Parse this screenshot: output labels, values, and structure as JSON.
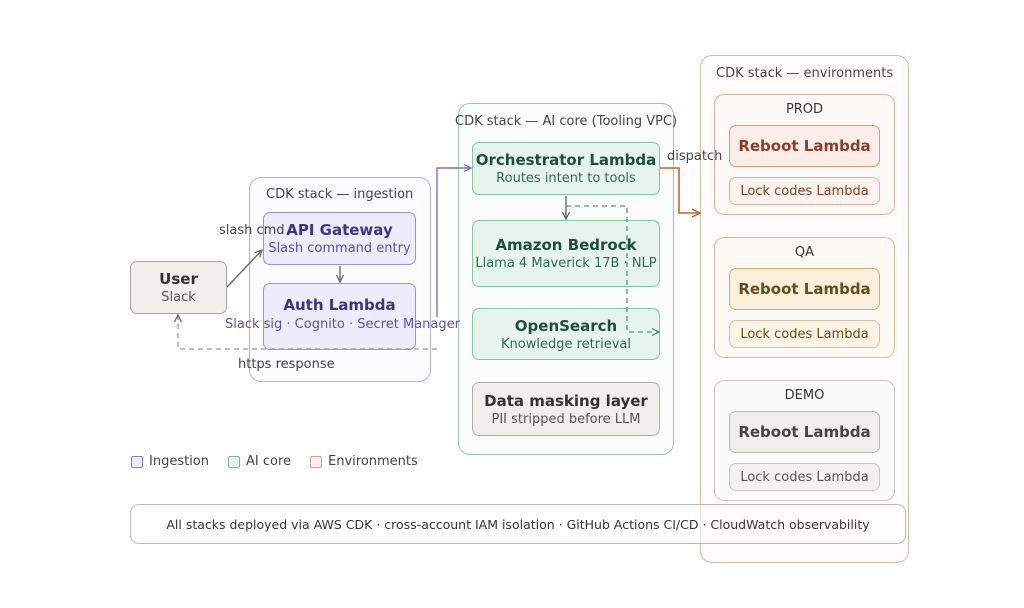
{
  "groups": {
    "ingestion": "CDK stack — ingestion",
    "ai_core": "CDK stack — AI core (Tooling VPC)",
    "environments": "CDK stack — environments"
  },
  "nodes": {
    "user": {
      "title": "User",
      "sub": "Slack"
    },
    "api_gateway": {
      "title": "API Gateway",
      "sub": "Slash command entry"
    },
    "auth_lambda": {
      "title": "Auth Lambda",
      "sub": "Slack sig · Cognito · Secret Manager"
    },
    "orchestrator": {
      "title": "Orchestrator Lambda",
      "sub": "Routes intent to tools"
    },
    "bedrock": {
      "title": "Amazon Bedrock",
      "sub": "Llama 4 Maverick 17B · NLP"
    },
    "opensearch": {
      "title": "OpenSearch",
      "sub": "Knowledge retrieval"
    },
    "masking": {
      "title": "Data masking layer",
      "sub": "PII stripped before LLM"
    }
  },
  "environments": [
    {
      "name": "PROD",
      "reboot": "Reboot Lambda",
      "lock": "Lock codes Lambda"
    },
    {
      "name": "QA",
      "reboot": "Reboot Lambda",
      "lock": "Lock codes Lambda"
    },
    {
      "name": "DEMO",
      "reboot": "Reboot Lambda",
      "lock": "Lock codes Lambda"
    }
  ],
  "edges": {
    "slash_cmd": "slash cmd",
    "https_response": "https response",
    "dispatch": "dispatch"
  },
  "legend": [
    "Ingestion",
    "AI core",
    "Environments"
  ],
  "footer": "All stacks deployed via AWS CDK · cross-account IAM isolation · GitHub Actions CI/CD · CloudWatch observability",
  "colors": {
    "ingestion_stroke": "#8b7fd4",
    "ingestion_fill": "#eeebfb",
    "ai_stroke": "#7fb8a0",
    "ai_fill": "#e6f4ed",
    "env_stroke": "#c9a290",
    "prod_text": "#8a3e28",
    "qa_text": "#6b4a1e",
    "neutral_fill": "#f0efeb"
  }
}
